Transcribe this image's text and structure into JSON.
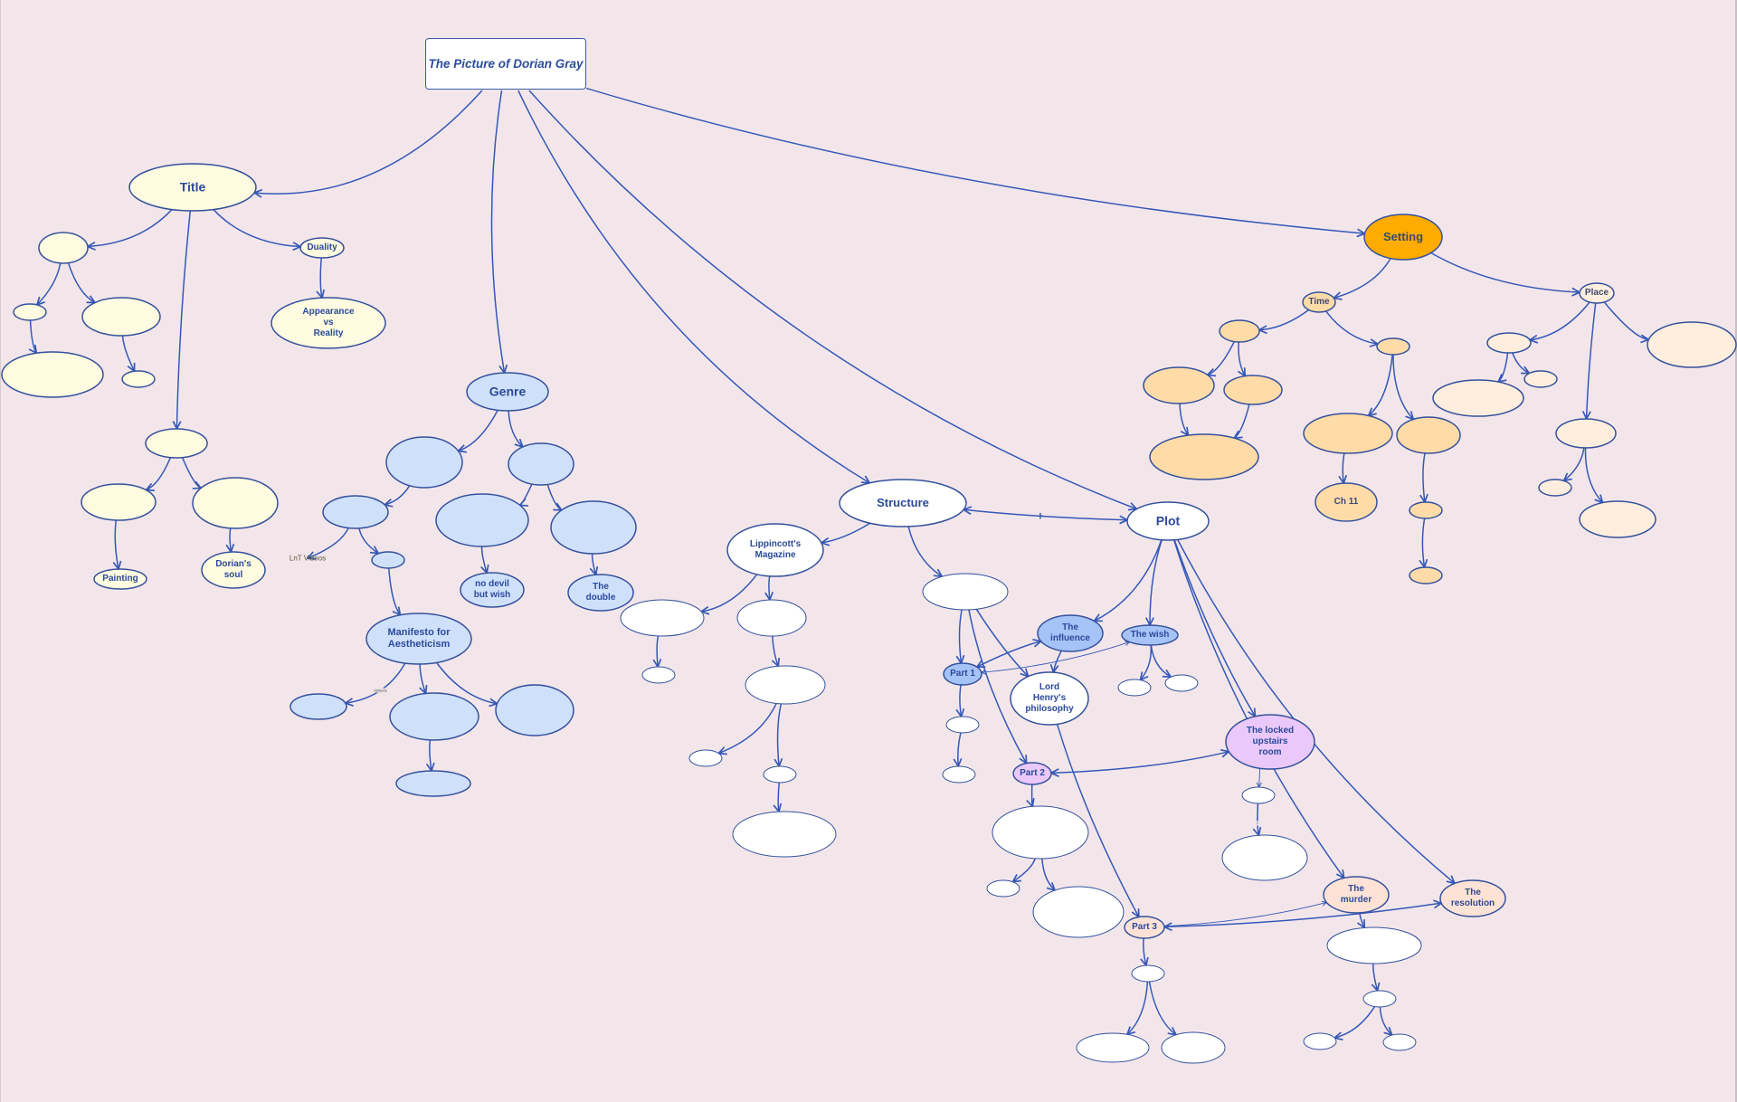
{
  "diagram": {
    "title": "The Picture of Dorian Gray",
    "colors": {
      "background": "#f3e6ea",
      "edge": "#3558b8",
      "stroke": "#34519c",
      "text": "#2b4a9a",
      "title_group": "#fffbe0",
      "genre_group": "#cfe0fb",
      "structure_group": "#ffffff",
      "setting_main": "#ffab00",
      "time_group": "#ffdba8",
      "place_group": "#ffeedd",
      "plot_blue": "#a6c3f7",
      "plot_purple": "#eac8fa",
      "plot_peach": "#ffe2d6"
    },
    "nodes": [
      {
        "id": "title",
        "label": "Title",
        "group": "title_group"
      },
      {
        "id": "t1",
        "label": "",
        "group": "title_group"
      },
      {
        "id": "t1a",
        "label": "",
        "group": "title_group"
      },
      {
        "id": "t1a1",
        "label": "",
        "group": "title_group"
      },
      {
        "id": "t1b",
        "label": "",
        "group": "title_group"
      },
      {
        "id": "t1b1",
        "label": "",
        "group": "title_group"
      },
      {
        "id": "duality",
        "label": "Duality",
        "group": "title_group"
      },
      {
        "id": "appearance",
        "label": "Appearance\nvs\nReality",
        "group": "title_group"
      },
      {
        "id": "t2",
        "label": "",
        "group": "title_group"
      },
      {
        "id": "t2a",
        "label": "",
        "group": "title_group"
      },
      {
        "id": "painting",
        "label": "Painting",
        "group": "title_group"
      },
      {
        "id": "t2b",
        "label": "",
        "group": "title_group"
      },
      {
        "id": "soul",
        "label": "Dorian's\nsoul",
        "group": "title_group"
      },
      {
        "id": "genre",
        "label": "Genre",
        "group": "genre_group"
      },
      {
        "id": "g1",
        "label": "",
        "group": "genre_group"
      },
      {
        "id": "g1a",
        "label": "",
        "group": "genre_group"
      },
      {
        "id": "g1a2",
        "label": "",
        "group": "genre_group"
      },
      {
        "id": "manifesto",
        "label": "Manifesto for\nAestheticism",
        "group": "genre_group"
      },
      {
        "id": "m1",
        "label": "",
        "group": "genre_group"
      },
      {
        "id": "m2",
        "label": "",
        "group": "genre_group"
      },
      {
        "id": "m2a",
        "label": "",
        "group": "genre_group"
      },
      {
        "id": "m3",
        "label": "",
        "group": "genre_group"
      },
      {
        "id": "g2",
        "label": "",
        "group": "genre_group"
      },
      {
        "id": "g2a",
        "label": "",
        "group": "genre_group"
      },
      {
        "id": "nodevil",
        "label": "no devil\nbut wish",
        "group": "genre_group"
      },
      {
        "id": "g2b",
        "label": "",
        "group": "genre_group"
      },
      {
        "id": "double",
        "label": "The\ndouble",
        "group": "genre_group"
      },
      {
        "id": "structure",
        "label": "Structure",
        "group": "structure_group"
      },
      {
        "id": "lippincott",
        "label": "Lippincott's\nMagazine",
        "group": "structure_group"
      },
      {
        "id": "l1",
        "label": "",
        "group": "structure_group"
      },
      {
        "id": "l1a",
        "label": "",
        "group": "structure_group"
      },
      {
        "id": "l2",
        "label": "",
        "group": "structure_group"
      },
      {
        "id": "l2a",
        "label": "",
        "group": "structure_group"
      },
      {
        "id": "l2a1",
        "label": "",
        "group": "structure_group"
      },
      {
        "id": "l2a2",
        "label": "",
        "group": "structure_group"
      },
      {
        "id": "l2a2a",
        "label": "",
        "group": "structure_group"
      },
      {
        "id": "s2",
        "label": "",
        "group": "structure_group"
      },
      {
        "id": "part1",
        "label": "Part 1",
        "group": "plot_blue"
      },
      {
        "id": "p1a",
        "label": "",
        "group": "structure_group"
      },
      {
        "id": "p1b",
        "label": "",
        "group": "structure_group"
      },
      {
        "id": "part2",
        "label": "Part 2",
        "group": "plot_purple"
      },
      {
        "id": "p2a",
        "label": "",
        "group": "structure_group"
      },
      {
        "id": "p2a1",
        "label": "",
        "group": "structure_group"
      },
      {
        "id": "p2a2",
        "label": "",
        "group": "structure_group"
      },
      {
        "id": "part3",
        "label": "Part 3",
        "group": "plot_peach"
      },
      {
        "id": "p3a",
        "label": "",
        "group": "structure_group"
      },
      {
        "id": "p3a1",
        "label": "",
        "group": "structure_group"
      },
      {
        "id": "p3a2",
        "label": "",
        "group": "structure_group"
      },
      {
        "id": "plot",
        "label": "Plot",
        "group": "structure_group"
      },
      {
        "id": "influence",
        "label": "The\ninfluence",
        "group": "plot_blue"
      },
      {
        "id": "lordhenry",
        "label": "Lord\nHenry's\nphilosophy",
        "group": "structure_group"
      },
      {
        "id": "wish",
        "label": "The wish",
        "group": "plot_blue"
      },
      {
        "id": "w1",
        "label": "",
        "group": "structure_group"
      },
      {
        "id": "w2",
        "label": "",
        "group": "structure_group"
      },
      {
        "id": "locked",
        "label": "The locked\nupstairs\nroom",
        "group": "plot_purple"
      },
      {
        "id": "lk1",
        "label": "",
        "group": "structure_group"
      },
      {
        "id": "lk2",
        "label": "",
        "group": "structure_group"
      },
      {
        "id": "murder",
        "label": "The\nmurder",
        "group": "plot_peach"
      },
      {
        "id": "mu1",
        "label": "",
        "group": "structure_group"
      },
      {
        "id": "mu2",
        "label": "",
        "group": "structure_group"
      },
      {
        "id": "mu2a",
        "label": "",
        "group": "structure_group"
      },
      {
        "id": "mu2b",
        "label": "",
        "group": "structure_group"
      },
      {
        "id": "resolution",
        "label": "The\nresolution",
        "group": "plot_peach"
      },
      {
        "id": "setting",
        "label": "Setting",
        "group": "setting_main"
      },
      {
        "id": "time",
        "label": "Time",
        "group": "time_group"
      },
      {
        "id": "ti1",
        "label": "",
        "group": "time_group"
      },
      {
        "id": "ti1a",
        "label": "",
        "group": "time_group"
      },
      {
        "id": "ti1b",
        "label": "",
        "group": "time_group"
      },
      {
        "id": "ti1c",
        "label": "",
        "group": "time_group"
      },
      {
        "id": "ti2",
        "label": "",
        "group": "time_group"
      },
      {
        "id": "ti2a",
        "label": "",
        "group": "time_group"
      },
      {
        "id": "ch11",
        "label": "Ch 11",
        "group": "time_group"
      },
      {
        "id": "ti2b",
        "label": "",
        "group": "time_group"
      },
      {
        "id": "ti2b1",
        "label": "",
        "group": "time_group"
      },
      {
        "id": "ti2b2",
        "label": "",
        "group": "time_group"
      },
      {
        "id": "place",
        "label": "Place",
        "group": "place_group"
      },
      {
        "id": "pl1",
        "label": "",
        "group": "place_group"
      },
      {
        "id": "pl1a",
        "label": "",
        "group": "place_group"
      },
      {
        "id": "pl1b",
        "label": "",
        "group": "place_group"
      },
      {
        "id": "pl2",
        "label": "",
        "group": "place_group"
      },
      {
        "id": "pl2a",
        "label": "",
        "group": "place_group"
      },
      {
        "id": "pl2b",
        "label": "",
        "group": "place_group"
      },
      {
        "id": "pl3",
        "label": "",
        "group": "place_group"
      }
    ],
    "edges": [
      {
        "from": "root",
        "to": "title"
      },
      {
        "from": "root",
        "to": "genre"
      },
      {
        "from": "root",
        "to": "structure"
      },
      {
        "from": "root",
        "to": "plot"
      },
      {
        "from": "root",
        "to": "setting"
      },
      {
        "from": "title",
        "to": "t1"
      },
      {
        "from": "title",
        "to": "duality"
      },
      {
        "from": "title",
        "to": "t2"
      },
      {
        "from": "t1",
        "to": "t1a"
      },
      {
        "from": "t1",
        "to": "t1b"
      },
      {
        "from": "t1a",
        "to": "t1a1"
      },
      {
        "from": "t1b",
        "to": "t1b1"
      },
      {
        "from": "duality",
        "to": "appearance"
      },
      {
        "from": "t2",
        "to": "t2a"
      },
      {
        "from": "t2",
        "to": "t2b"
      },
      {
        "from": "t2a",
        "to": "painting"
      },
      {
        "from": "t2b",
        "to": "soul"
      },
      {
        "from": "genre",
        "to": "g1"
      },
      {
        "from": "genre",
        "to": "g2"
      },
      {
        "from": "g1",
        "to": "g1a"
      },
      {
        "from": "g1a",
        "to": "lnt",
        "label": "LnT Videos"
      },
      {
        "from": "g1a",
        "to": "g1a2"
      },
      {
        "from": "g1a2",
        "to": "manifesto"
      },
      {
        "from": "manifesto",
        "to": "m1",
        "label": "defends"
      },
      {
        "from": "manifesto",
        "to": "m2"
      },
      {
        "from": "manifesto",
        "to": "m3"
      },
      {
        "from": "m2",
        "to": "m2a"
      },
      {
        "from": "g2",
        "to": "g2a"
      },
      {
        "from": "g2",
        "to": "g2b"
      },
      {
        "from": "g2a",
        "to": "nodevil"
      },
      {
        "from": "g2b",
        "to": "double"
      },
      {
        "from": "structure",
        "to": "lippincott"
      },
      {
        "from": "structure",
        "to": "s2"
      },
      {
        "from": "structure",
        "to": "plot",
        "label": "+",
        "bidirectional": true
      },
      {
        "from": "lippincott",
        "to": "l1"
      },
      {
        "from": "lippincott",
        "to": "l2"
      },
      {
        "from": "l1",
        "to": "l1a"
      },
      {
        "from": "l2",
        "to": "l2a"
      },
      {
        "from": "l2a",
        "to": "l2a1"
      },
      {
        "from": "l2a",
        "to": "l2a2"
      },
      {
        "from": "l2a2",
        "to": "l2a2a"
      },
      {
        "from": "s2",
        "to": "part1"
      },
      {
        "from": "s2",
        "to": "part2"
      },
      {
        "from": "s2",
        "to": "lordhenry"
      },
      {
        "from": "part1",
        "to": "p1a"
      },
      {
        "from": "p1a",
        "to": "p1b"
      },
      {
        "from": "part2",
        "to": "p2a"
      },
      {
        "from": "p2a",
        "to": "p2a1"
      },
      {
        "from": "p2a",
        "to": "p2a2"
      },
      {
        "from": "lordhenry",
        "to": "part3"
      },
      {
        "from": "part3",
        "to": "p3a"
      },
      {
        "from": "p3a",
        "to": "p3a1"
      },
      {
        "from": "p3a",
        "to": "p3a2"
      },
      {
        "from": "plot",
        "to": "influence"
      },
      {
        "from": "plot",
        "to": "wish"
      },
      {
        "from": "plot",
        "to": "locked"
      },
      {
        "from": "plot",
        "to": "murder"
      },
      {
        "from": "plot",
        "to": "resolution"
      },
      {
        "from": "influence",
        "to": "lordhenry"
      },
      {
        "from": "part1",
        "to": "influence",
        "bidirectional": true
      },
      {
        "from": "part1",
        "to": "wish",
        "bidirectional": true,
        "thin": true
      },
      {
        "from": "wish",
        "to": "w1"
      },
      {
        "from": "wish",
        "to": "w2"
      },
      {
        "from": "part2",
        "to": "locked",
        "bidirectional": true
      },
      {
        "from": "locked",
        "to": "lk1",
        "thin": true
      },
      {
        "from": "lk1",
        "to": "lk2",
        "label": "="
      },
      {
        "from": "part3",
        "to": "murder",
        "thin": true
      },
      {
        "from": "part3",
        "to": "resolution",
        "bidirectional": true
      },
      {
        "from": "murder",
        "to": "mu1"
      },
      {
        "from": "mu1",
        "to": "mu2"
      },
      {
        "from": "mu2",
        "to": "mu2a"
      },
      {
        "from": "mu2",
        "to": "mu2b"
      },
      {
        "from": "setting",
        "to": "time"
      },
      {
        "from": "setting",
        "to": "place"
      },
      {
        "from": "time",
        "to": "ti1"
      },
      {
        "from": "time",
        "to": "ti2"
      },
      {
        "from": "ti1",
        "to": "ti1a"
      },
      {
        "from": "ti1",
        "to": "ti1b"
      },
      {
        "from": "ti1a",
        "to": "ti1c"
      },
      {
        "from": "ti1b",
        "to": "ti1c"
      },
      {
        "from": "ti2",
        "to": "ti2a"
      },
      {
        "from": "ti2",
        "to": "ti2b"
      },
      {
        "from": "ti2a",
        "to": "ch11"
      },
      {
        "from": "ti2b",
        "to": "ti2b1"
      },
      {
        "from": "ti2b1",
        "to": "ti2b2"
      },
      {
        "from": "place",
        "to": "pl1"
      },
      {
        "from": "place",
        "to": "pl2"
      },
      {
        "from": "place",
        "to": "pl3"
      },
      {
        "from": "pl1",
        "to": "pl1a"
      },
      {
        "from": "pl1",
        "to": "pl1b"
      },
      {
        "from": "pl2",
        "to": "pl2a"
      },
      {
        "from": "pl2",
        "to": "pl2b"
      }
    ]
  }
}
